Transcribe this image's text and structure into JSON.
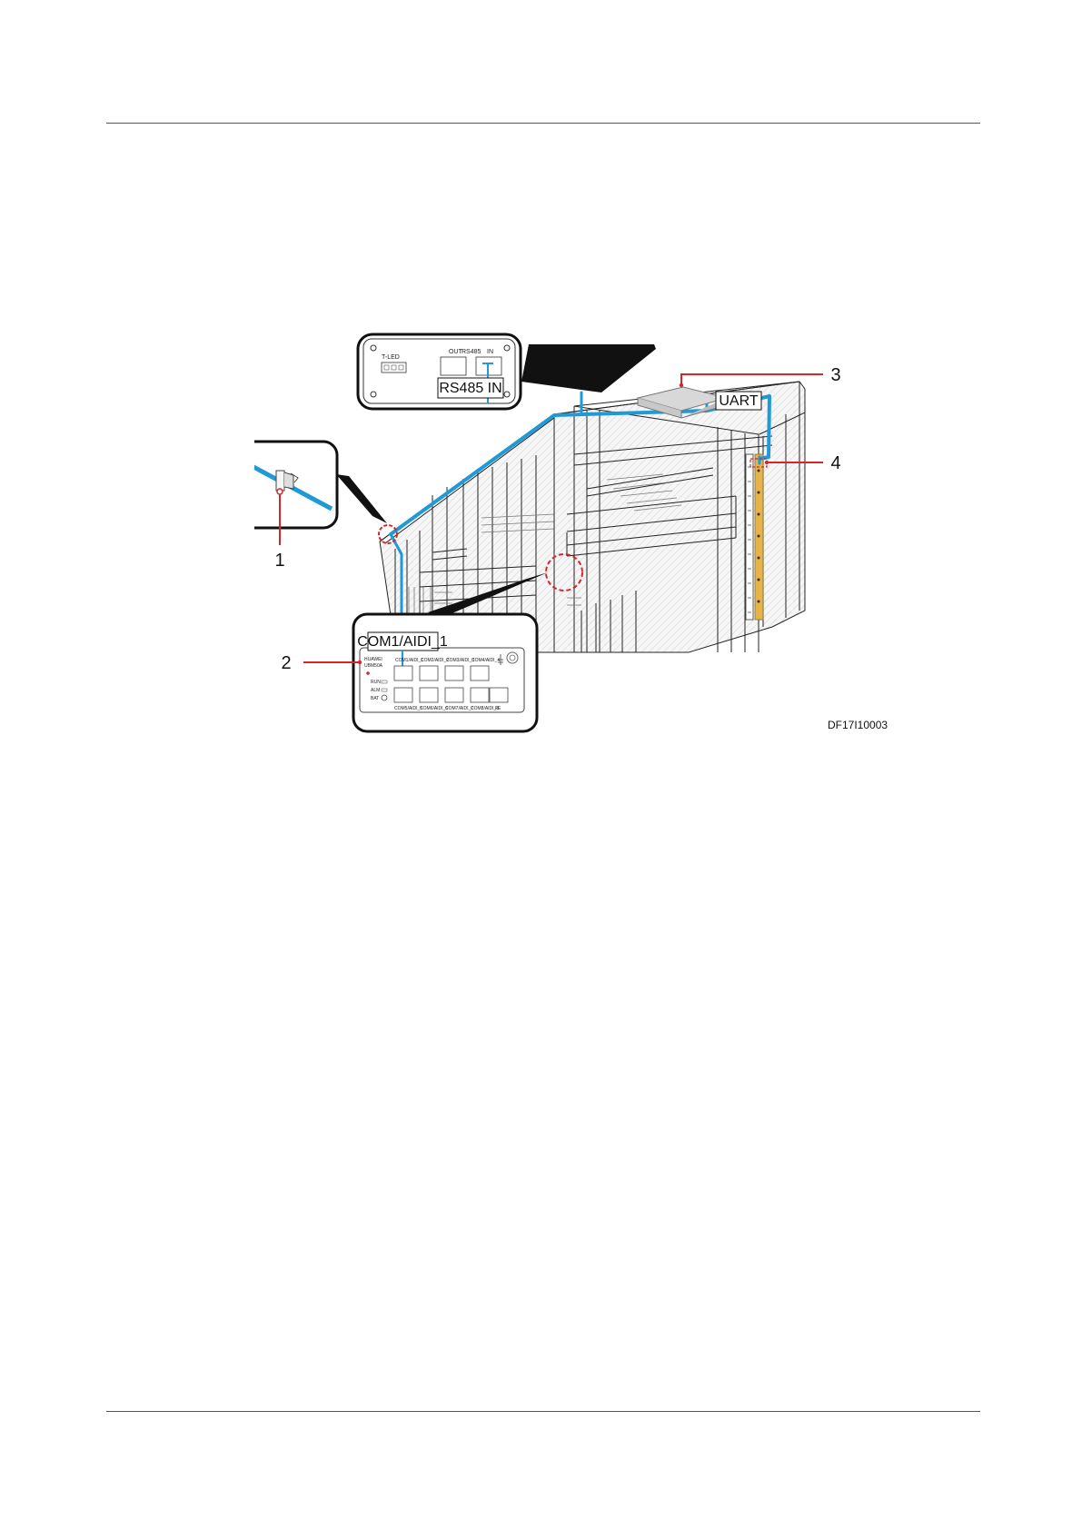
{
  "figure": {
    "callouts": {
      "one": "1",
      "two": "2",
      "three": "3",
      "four": "4"
    },
    "labels": {
      "rs485_in": "RS485 IN",
      "uart": "UART",
      "com1_aidi_1": "COM1/AIDI_1",
      "figure_id": "DF17I10003"
    },
    "rs485_panel": {
      "t_led": "T-LED",
      "rs485": "RS485",
      "out": "OUT",
      "in": "IN"
    },
    "bottom_panel": {
      "brand": "HUAWEI",
      "model": "UBM50A",
      "top_ports": [
        "COM1/AIDI_1",
        "COM2/AIDI_2",
        "COM3/AIDI_3",
        "COM4/AIDI_4"
      ],
      "bottom_ports": [
        "COM5/AIDI_5",
        "COM6/AIDI_6",
        "COM7/AIDI_7",
        "COM8/AIDI_8"
      ],
      "indicators": [
        "RUN",
        "ALM",
        "BAT"
      ],
      "right_port": "FE"
    }
  },
  "colors": {
    "accent_blue": "#1f9ad6",
    "accent_red": "#d7262b",
    "panel_yellow": "#e6b54a",
    "line_gray": "#8a8a8a",
    "outline": "#222222"
  }
}
